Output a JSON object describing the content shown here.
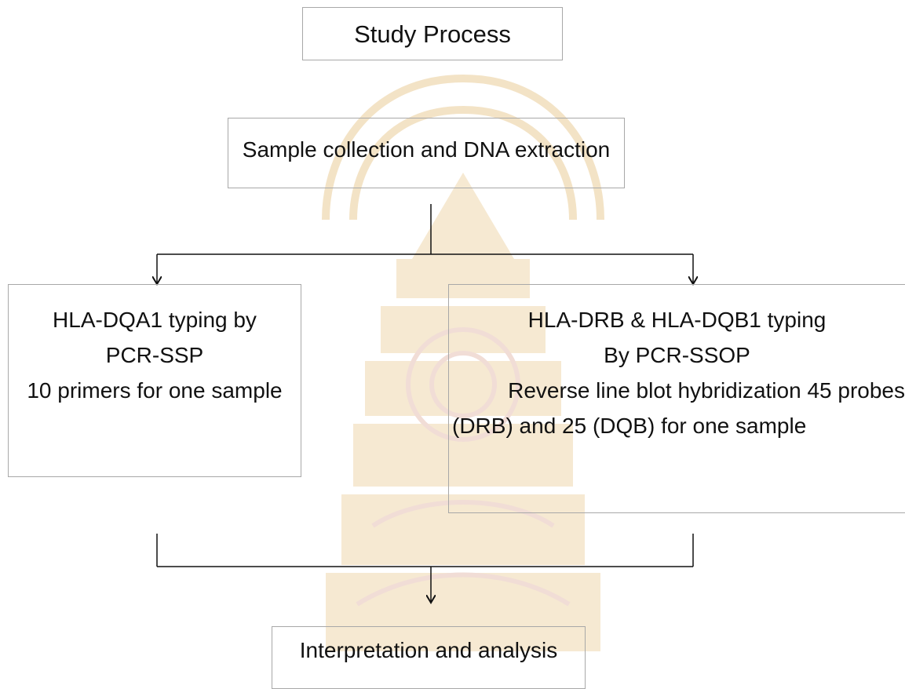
{
  "title": "Study Process",
  "steps": {
    "sample": "Sample collection and DNA extraction",
    "dqa1": {
      "lines": [
        "HLA-DQA1 typing by",
        "PCR-SSP",
        "10 primers for one sample"
      ]
    },
    "drb": {
      "lines": [
        "HLA-DRB & HLA-DQB1 typing",
        "By PCR-SSOP",
        "Reverse line blot hybridization 45 probes",
        "(DRB) and 25 (DQB) for one sample"
      ]
    },
    "interpretation": "Interpretation and analysis"
  }
}
